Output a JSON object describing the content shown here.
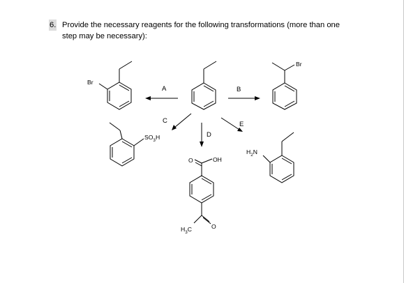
{
  "question": {
    "number": "6.",
    "line1": "Provide the necessary reagents for the following transformations (more than one",
    "line2": "step may be necessary):"
  },
  "arrow_labels": {
    "a": "A",
    "b": "B",
    "c": "C",
    "d": "D",
    "e": "E"
  },
  "atoms": {
    "br_left": "Br",
    "br_right": "Br",
    "so3h": {
      "s": "SO",
      "sub": "3",
      "h": "H"
    },
    "oh": "OH",
    "o_acid": "O",
    "o_ketone": "O",
    "h3c": {
      "h": "H",
      "sub": "3",
      "c": "C"
    },
    "h2n": {
      "h": "H",
      "sub": "2",
      "n": "N"
    }
  }
}
